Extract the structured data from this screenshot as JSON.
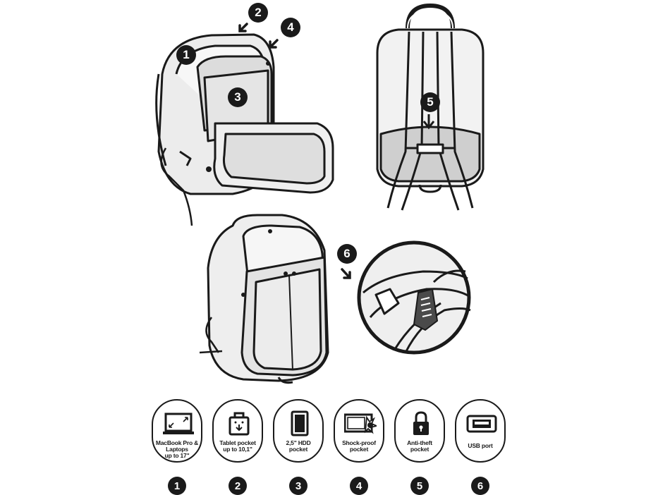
{
  "callouts": [
    "1",
    "2",
    "3",
    "4",
    "5",
    "6"
  ],
  "features": [
    {
      "label": "MacBook Pro &\nLaptops\nup to 17\"",
      "icon": "laptop-icon",
      "number": "1"
    },
    {
      "label": "Tablet pocket\nup to 10,1\"",
      "icon": "tablet-bag-icon",
      "number": "2"
    },
    {
      "label": "2,5\" HDD\npocket",
      "icon": "hdd-icon",
      "number": "3"
    },
    {
      "label": "Shock-proof\npocket",
      "icon": "shockproof-icon",
      "number": "4"
    },
    {
      "label": "Anti-theft\npocket",
      "icon": "padlock-icon",
      "number": "5"
    },
    {
      "label": "USB port",
      "icon": "usb-port-icon",
      "number": "6"
    }
  ]
}
